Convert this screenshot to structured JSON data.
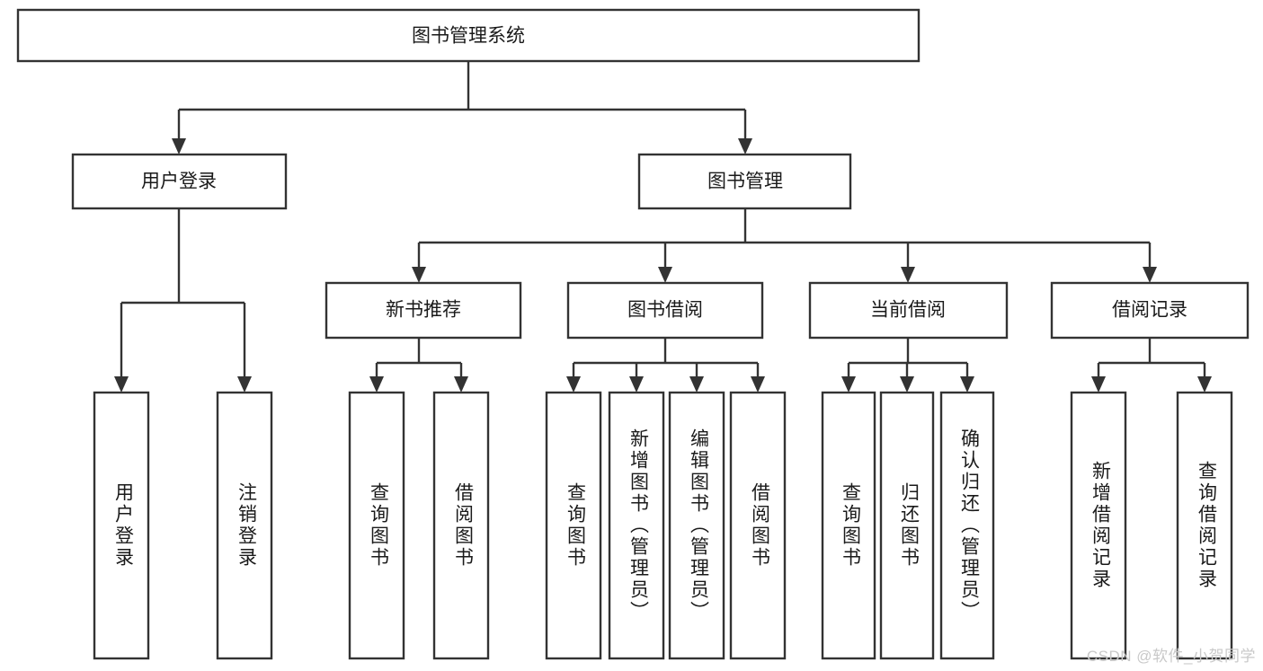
{
  "diagram": {
    "type": "tree-hierarchy",
    "title": "图书管理系统",
    "root": {
      "id": "system",
      "label": "图书管理系统"
    },
    "level1": [
      {
        "id": "user-login",
        "label": "用户登录"
      },
      {
        "id": "book-management",
        "label": "图书管理"
      }
    ],
    "level2": [
      {
        "id": "new-book-recommend",
        "label": "新书推荐",
        "parent": "book-management"
      },
      {
        "id": "book-borrow",
        "label": "图书借阅",
        "parent": "book-management"
      },
      {
        "id": "current-borrow",
        "label": "当前借阅",
        "parent": "book-management"
      },
      {
        "id": "borrow-record",
        "label": "借阅记录",
        "parent": "book-management"
      }
    ],
    "leaves": [
      {
        "id": "leaf-user-login",
        "label": "用户登录",
        "parent": "user-login"
      },
      {
        "id": "leaf-logout-login",
        "label": "注销登录",
        "parent": "user-login"
      },
      {
        "id": "leaf-query-book-1",
        "label": "查询图书",
        "parent": "new-book-recommend"
      },
      {
        "id": "leaf-borrow-book-1",
        "label": "借阅图书",
        "parent": "new-book-recommend"
      },
      {
        "id": "leaf-query-book-2",
        "label": "查询图书",
        "parent": "book-borrow"
      },
      {
        "id": "leaf-add-book",
        "label": "新增图书（管理员）",
        "parent": "book-borrow"
      },
      {
        "id": "leaf-edit-book",
        "label": "编辑图书（管理员）",
        "parent": "book-borrow"
      },
      {
        "id": "leaf-borrow-book-2",
        "label": "借阅图书",
        "parent": "book-borrow"
      },
      {
        "id": "leaf-query-book-3",
        "label": "查询图书",
        "parent": "current-borrow"
      },
      {
        "id": "leaf-return-book",
        "label": "归还图书",
        "parent": "current-borrow"
      },
      {
        "id": "leaf-confirm-return",
        "label": "确认归还（管理员）",
        "parent": "current-borrow"
      },
      {
        "id": "leaf-add-record",
        "label": "新增借阅记录",
        "parent": "borrow-record"
      },
      {
        "id": "leaf-query-record",
        "label": "查询借阅记录",
        "parent": "borrow-record"
      }
    ],
    "colors": {
      "stroke": "#333333",
      "fill": "#ffffff",
      "text": "#1a1a1a",
      "watermark": "#c9c9c9"
    }
  },
  "watermark": {
    "text": "CSDN @软件_小贺同学"
  }
}
